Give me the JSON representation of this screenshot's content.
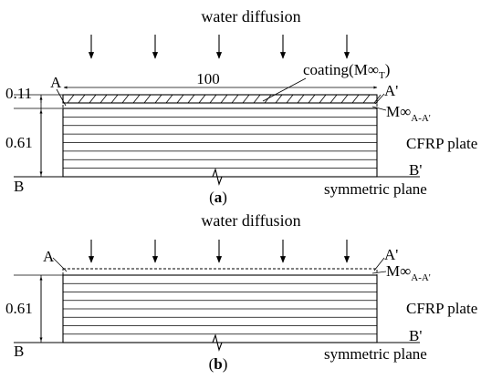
{
  "panel_a": {
    "title": "water diffusion",
    "width_dim": "100",
    "coating_label": "coating(M",
    "coating_inf": "∞",
    "coating_sub": "T",
    "coating_close": ")",
    "m_label": "M",
    "m_inf": "∞",
    "m_sub": "A-A'",
    "dim_coating": "0.11",
    "dim_plate": "0.61",
    "point_a": "A",
    "point_a_prime": "A'",
    "point_b": "B",
    "point_b_prime": "B'",
    "material": "CFRP plate",
    "symmetry": "symmetric plane",
    "caption_open": "(",
    "caption_letter": "a",
    "caption_close": ")"
  },
  "panel_b": {
    "title": "water diffusion",
    "m_label": "M",
    "m_inf": "∞",
    "m_sub": "A-A'",
    "dim_plate": "0.61",
    "point_a": "A",
    "point_a_prime": "A'",
    "point_b": "B",
    "point_b_prime": "B'",
    "material": "CFRP plate",
    "symmetry": "symmetric plane",
    "caption_open": "(",
    "caption_letter": "b",
    "caption_close": ")"
  }
}
